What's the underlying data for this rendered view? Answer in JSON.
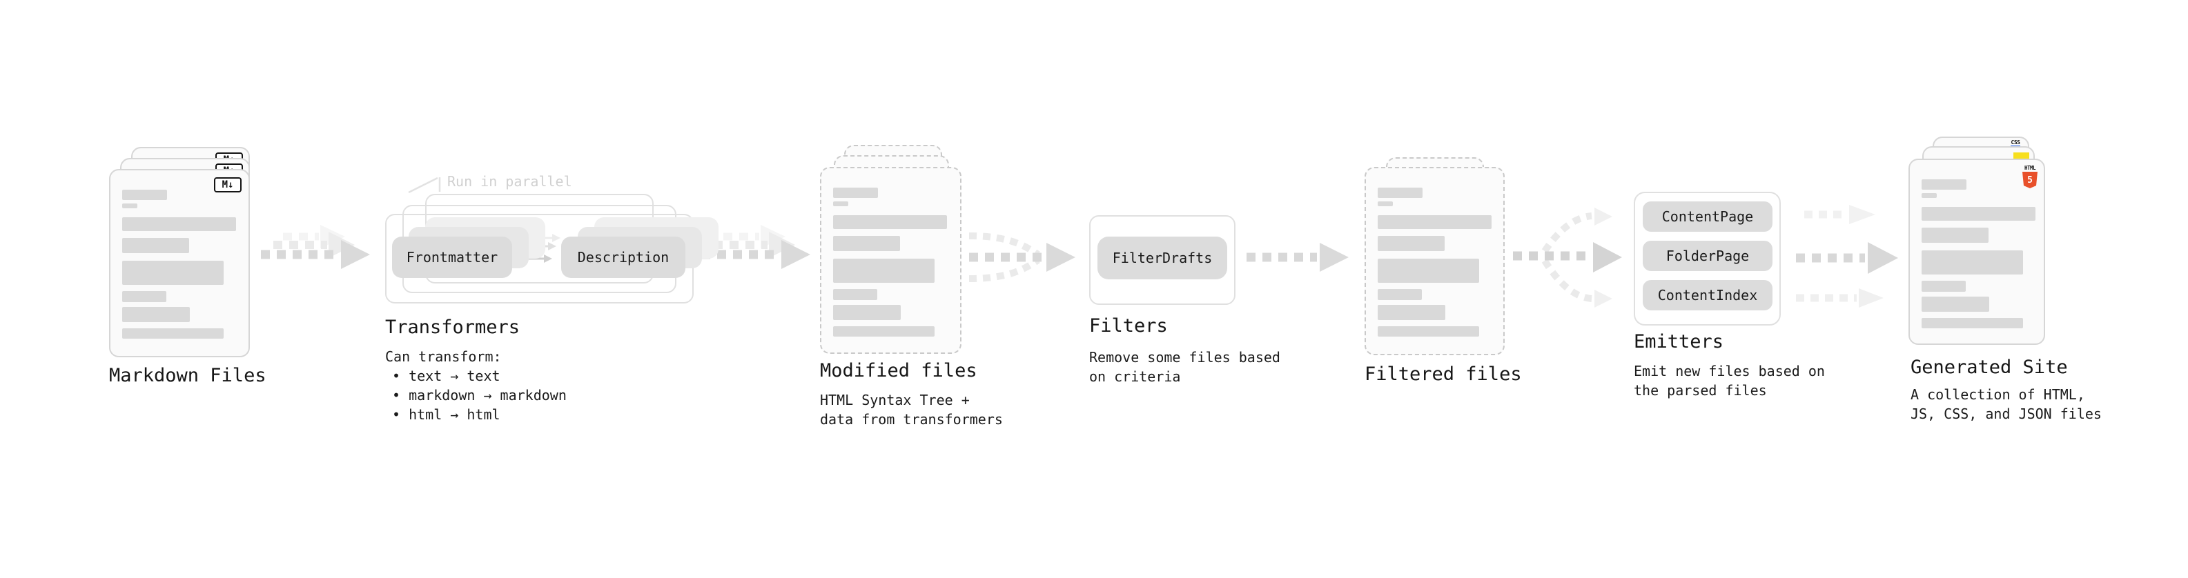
{
  "stages": {
    "markdown_files": {
      "label": "Markdown Files",
      "badge": "M↓"
    },
    "transformers": {
      "label": "Transformers",
      "annotation": "Run in parallel",
      "pill_left": "Frontmatter",
      "pill_right": "Description",
      "desc_heading": "Can transform:",
      "bullets": [
        "• text → text",
        "• markdown → markdown",
        "• html → html"
      ]
    },
    "modified_files": {
      "label": "Modified files",
      "desc": "HTML Syntax Tree +\ndata from transformers"
    },
    "filters": {
      "label": "Filters",
      "pill": "FilterDrafts",
      "desc": "Remove some files based\non criteria"
    },
    "filtered_files": {
      "label": "Filtered files"
    },
    "emitters": {
      "label": "Emitters",
      "pills": [
        "ContentPage",
        "FolderPage",
        "ContentIndex"
      ],
      "desc": "Emit new files based on\nthe parsed files"
    },
    "generated_site": {
      "label": "Generated Site",
      "desc": "A collection of HTML,\nJS, CSS, and JSON files",
      "html_badge_word": "HTML",
      "html_badge_number": "5",
      "css_badge": "CSS"
    }
  },
  "colors": {
    "html5_orange": "#e8502a",
    "js_yellow": "#f7df1e",
    "css_blue": "#2965f1",
    "pill_gray": "#dcdcdc",
    "bar_gray": "#d9d9d9",
    "annotation_gray": "#d0d0d0"
  }
}
